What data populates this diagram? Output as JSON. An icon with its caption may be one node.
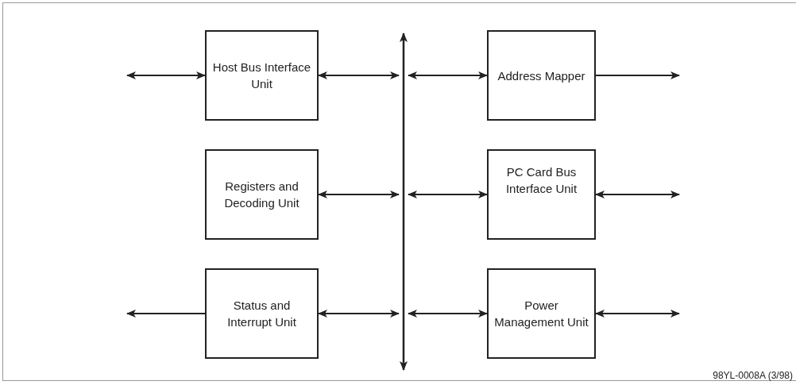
{
  "diagram": {
    "nodes": [
      {
        "text": [
          "Host Bus Interface Unit"
        ]
      },
      {
        "text": [],
        "shape": "bar"
      },
      {
        "text": [
          "Address Mapper"
        ]
      },
      {
        "text": [
          "Registers and Decoding Unit"
        ]
      },
      {
        "text": [
          "PC Card Bus Interface Unit"
        ]
      },
      {
        "text": [
          "Status and Interrupt Unit"
        ]
      },
      {
        "text": [
          "Power Management Unit"
        ]
      }
    ],
    "edges": [
      {
        "from": null,
        "to": 0,
        "arrow": "both"
      },
      {
        "from": 0,
        "to": 1,
        "arrow": "both"
      },
      {
        "from": 1,
        "to": 2,
        "arrow": "both"
      },
      {
        "from": 2,
        "to": null,
        "arrow": "to"
      },
      {
        "from": 3,
        "to": 1,
        "arrow": "both"
      },
      {
        "from": 1,
        "to": 4,
        "arrow": "both"
      },
      {
        "from": 4,
        "to": null,
        "arrow": "both"
      },
      {
        "from": 5,
        "to": null,
        "arrow": "to"
      },
      {
        "from": 5,
        "to": 1,
        "arrow": "both"
      },
      {
        "from": 1,
        "to": 6,
        "arrow": "both"
      },
      {
        "from": 6,
        "to": null,
        "arrow": "both"
      }
    ],
    "labels": [
      "98YL-0008A (3/98)"
    ]
  }
}
